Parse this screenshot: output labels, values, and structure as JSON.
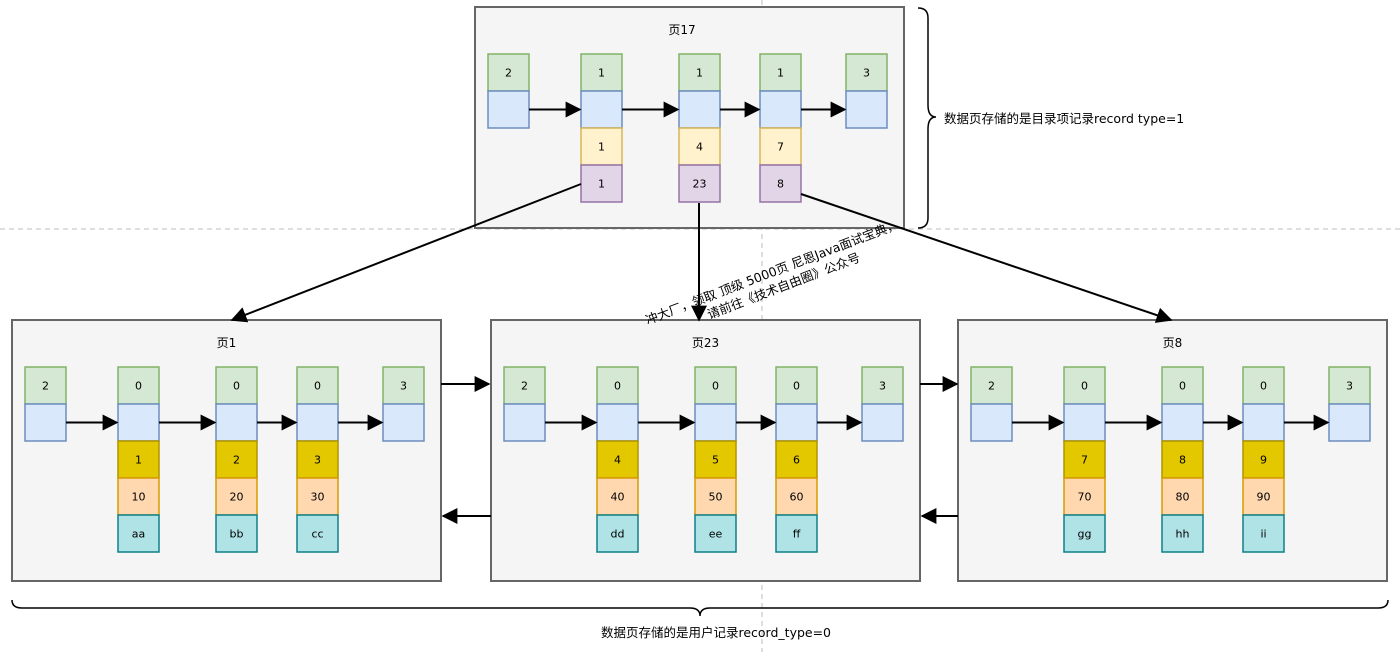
{
  "top_page": {
    "title": "页17",
    "records": [
      {
        "header": "2",
        "key": "",
        "page_no": ""
      },
      {
        "header": "1",
        "key": "1",
        "page_no": "1"
      },
      {
        "header": "1",
        "key": "4",
        "page_no": "23"
      },
      {
        "header": "1",
        "key": "7",
        "page_no": "8"
      },
      {
        "header": "3",
        "key": "",
        "page_no": ""
      }
    ]
  },
  "leaf_pages": [
    {
      "title": "页1",
      "records": [
        {
          "header": "2"
        },
        {
          "header": "0",
          "id": "1",
          "c1": "10",
          "c2": "aa"
        },
        {
          "header": "0",
          "id": "2",
          "c1": "20",
          "c2": "bb"
        },
        {
          "header": "0",
          "id": "3",
          "c1": "30",
          "c2": "cc"
        },
        {
          "header": "3"
        }
      ]
    },
    {
      "title": "页23",
      "records": [
        {
          "header": "2"
        },
        {
          "header": "0",
          "id": "4",
          "c1": "40",
          "c2": "dd"
        },
        {
          "header": "0",
          "id": "5",
          "c1": "50",
          "c2": "ee"
        },
        {
          "header": "0",
          "id": "6",
          "c1": "60",
          "c2": "ff"
        },
        {
          "header": "3"
        }
      ]
    },
    {
      "title": "页8",
      "records": [
        {
          "header": "2"
        },
        {
          "header": "0",
          "id": "7",
          "c1": "70",
          "c2": "gg"
        },
        {
          "header": "0",
          "id": "8",
          "c1": "80",
          "c2": "hh"
        },
        {
          "header": "0",
          "id": "9",
          "c1": "90",
          "c2": "ii"
        },
        {
          "header": "3"
        }
      ]
    }
  ],
  "annotations": {
    "directory_note": "数据页存储的是目录项记录record type=1",
    "user_note": "数据页存储的是用户记录record_type=0",
    "watermark_line1": "冲大厂，领取 顶级 5000页 尼恩Java面试宝典，",
    "watermark_line2": "请前往《技术自由圈》公众号"
  },
  "colors": {
    "header_fill": "#d5e8d4",
    "header_stroke": "#82b366",
    "pointer_fill": "#dae8fc",
    "pointer_stroke": "#6c8ebf",
    "dir_key_fill": "#fff2cc",
    "dir_key_stroke": "#d6b656",
    "dir_page_fill": "#e1d5e7",
    "dir_page_stroke": "#9673a6",
    "id_fill": "#e3c800",
    "id_stroke": "#b09500",
    "c1_fill": "#ffd8b0",
    "c1_stroke": "#d79b00",
    "c2_fill": "#b0e3e6",
    "c2_stroke": "#0e8088",
    "page_fill": "#f5f5f5",
    "page_stroke": "#666666"
  }
}
